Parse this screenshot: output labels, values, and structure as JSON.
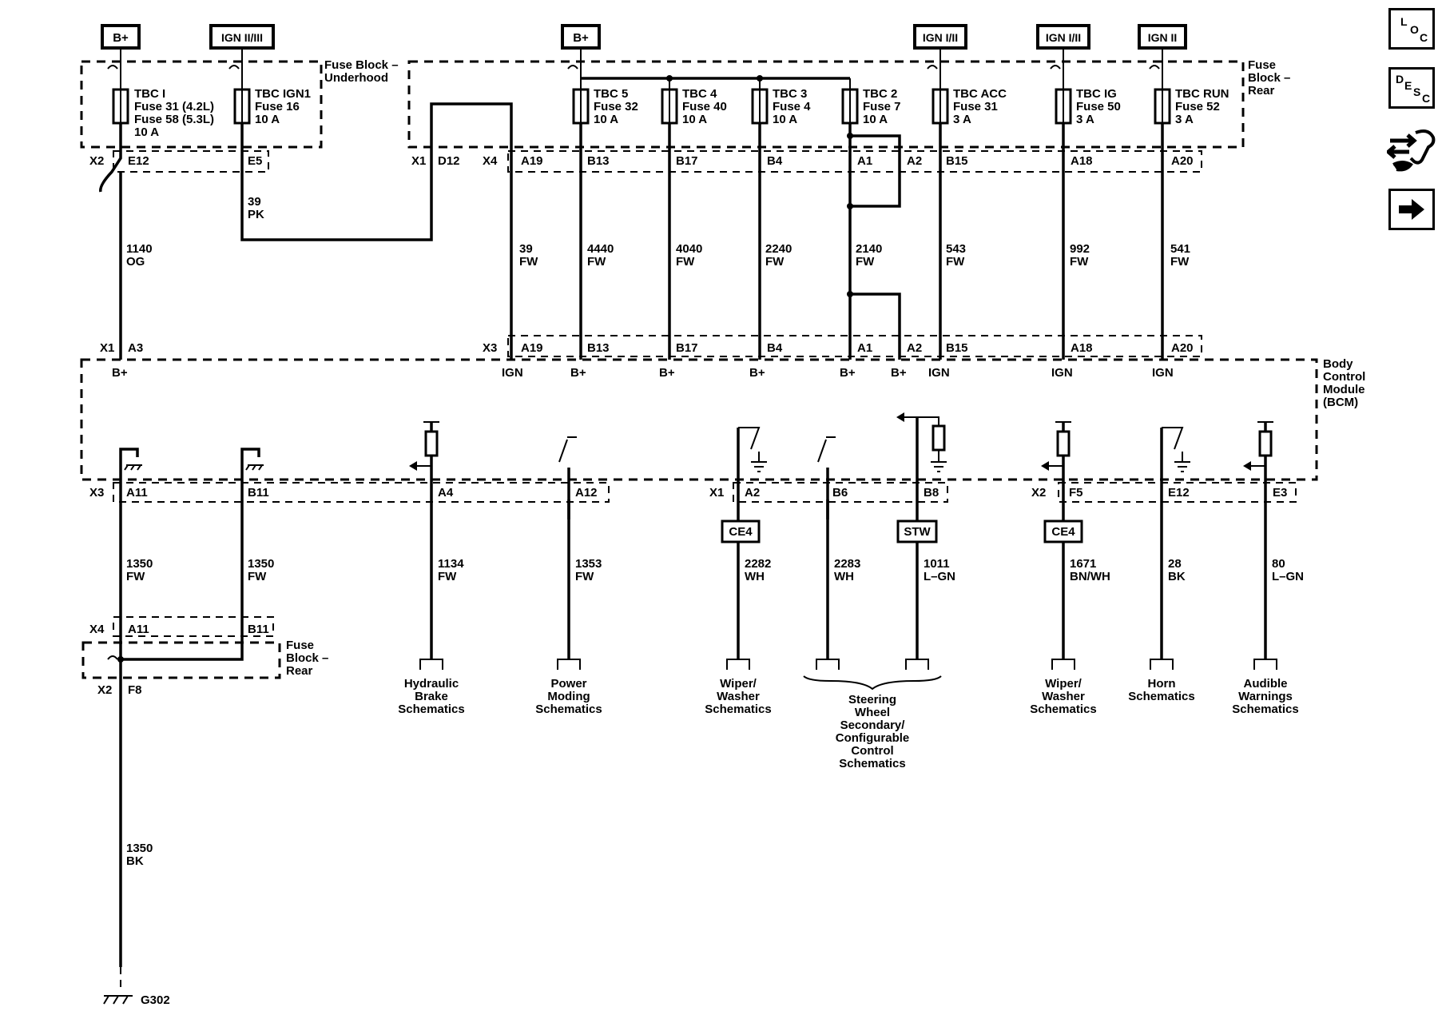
{
  "supply_boxes": [
    "B+",
    "IGN II/III",
    "B+",
    "IGN I/II",
    "IGN I/II",
    "IGN II"
  ],
  "fuse_block_underhood": [
    "Fuse Block –",
    "Underhood"
  ],
  "fuse_block_rear_top": [
    "Fuse",
    "Block –",
    "Rear"
  ],
  "fuse_block_rear_bottom": [
    "Fuse",
    "Block –",
    "Rear"
  ],
  "fuses": [
    [
      "TBC I",
      "Fuse 31 (4.2L)",
      "Fuse 58 (5.3L)",
      "10 A"
    ],
    [
      "TBC IGN1",
      "Fuse 16",
      "10 A"
    ],
    [
      "TBC 5",
      "Fuse 32",
      "10 A"
    ],
    [
      "TBC 4",
      "Fuse 40",
      "10 A"
    ],
    [
      "TBC 3",
      "Fuse 4",
      "10 A"
    ],
    [
      "TBC 2",
      "Fuse 7",
      "10 A"
    ],
    [
      "TBC ACC",
      "Fuse 31",
      "3 A"
    ],
    [
      "TBC IG",
      "Fuse 50",
      "3 A"
    ],
    [
      "TBC RUN",
      "Fuse 52",
      "3 A"
    ]
  ],
  "top_connectors": {
    "x2": "X2",
    "e12": "E12",
    "e5": "E5",
    "x1": "X1",
    "d12": "D12",
    "x4": "X4",
    "pins": [
      "A19",
      "B13",
      "B17",
      "B4",
      "A1",
      "A2",
      "B15",
      "A18",
      "A20"
    ]
  },
  "top_wires": [
    [
      "39",
      "PK"
    ],
    [
      "1140",
      "OG"
    ],
    [
      "39",
      "FW"
    ],
    [
      "4440",
      "FW"
    ],
    [
      "4040",
      "FW"
    ],
    [
      "2240",
      "FW"
    ],
    [
      "2140",
      "FW"
    ],
    [
      "543",
      "FW"
    ],
    [
      "992",
      "FW"
    ],
    [
      "541",
      "FW"
    ]
  ],
  "bcm_connectors": {
    "x1": "X1",
    "a3": "A3",
    "x3": "X3",
    "pins": [
      "A19",
      "B13",
      "B17",
      "B4",
      "A1",
      "A2",
      "B15",
      "A18",
      "A20"
    ]
  },
  "bcm_pin_labels": [
    "B+",
    "IGN",
    "B+",
    "B+",
    "B+",
    "B+",
    "B+",
    "IGN",
    "IGN",
    "IGN"
  ],
  "bcm_label": [
    "Body",
    "Control",
    "Module",
    "(BCM)"
  ],
  "bottom_connectors": {
    "x3": "X3",
    "x1": "X1",
    "x2": "X2",
    "pins": [
      "A11",
      "B11",
      "A4",
      "A12",
      "A2",
      "B6",
      "B8",
      "F5",
      "E12",
      "E3"
    ]
  },
  "inline_boxes": [
    "CE4",
    "STW",
    "CE4"
  ],
  "bottom_wires": [
    [
      "1350",
      "FW"
    ],
    [
      "1350",
      "FW"
    ],
    [
      "1134",
      "FW"
    ],
    [
      "1353",
      "FW"
    ],
    [
      "2282",
      "WH"
    ],
    [
      "2283",
      "WH"
    ],
    [
      "1011",
      "L–GN"
    ],
    [
      "1671",
      "BN/WH"
    ],
    [
      "28",
      "BK"
    ],
    [
      "80",
      "L–GN"
    ]
  ],
  "x4_connector": {
    "x4": "X4",
    "a11": "A11",
    "b11": "B11",
    "x2": "X2",
    "f8": "F8"
  },
  "ground_wire": [
    "1350",
    "BK"
  ],
  "ground": "G302",
  "destinations": [
    [
      "Hydraulic",
      "Brake",
      "Schematics"
    ],
    [
      "Power",
      "Moding",
      "Schematics"
    ],
    [
      "Wiper/",
      "Washer",
      "Schematics"
    ],
    [
      "Steering",
      "Wheel",
      "Secondary/",
      "Configurable",
      "Control",
      "Schematics"
    ],
    [
      "Wiper/",
      "Washer",
      "Schematics"
    ],
    [
      "Horn",
      "Schematics"
    ],
    [
      "Audible",
      "Warnings",
      "Schematics"
    ]
  ],
  "nav": {
    "loc": [
      "L",
      "O",
      "C"
    ],
    "desc": [
      "D",
      "E",
      "S",
      "C"
    ],
    "next_icon": "right-arrow-icon",
    "service_icon": "wrench-arrows-icon"
  }
}
